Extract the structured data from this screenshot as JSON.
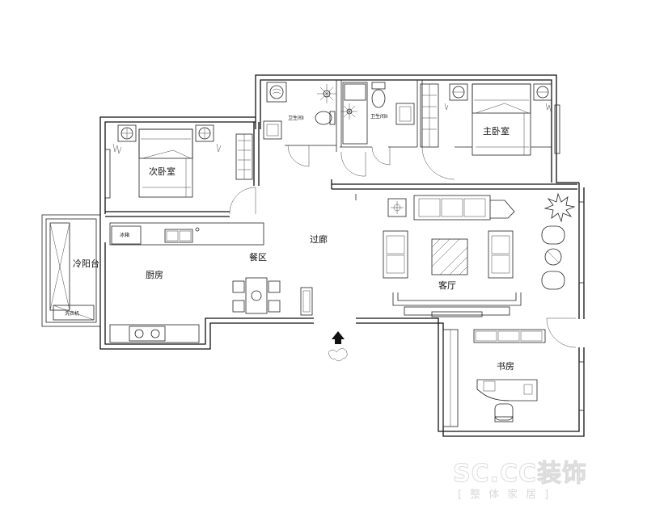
{
  "rooms": {
    "master_bedroom": "主卧室",
    "second_bedroom": "次卧室",
    "cold_balcony": "冷阳台",
    "kitchen": "厨房",
    "dining": "餐区",
    "corridor": "过廊",
    "living_room": "客厅",
    "study": "书房",
    "bathroom_1": "卫生间I",
    "bathroom_2": "卫生间II"
  },
  "fixtures": {
    "washing_machine": "洗衣机",
    "laundry": "冰箱"
  },
  "watermark": {
    "brand": "SC.CC装饰",
    "subtitle": "[整体家居]"
  },
  "colors": {
    "line": "#111111",
    "watermark": "#d9d9d9"
  }
}
